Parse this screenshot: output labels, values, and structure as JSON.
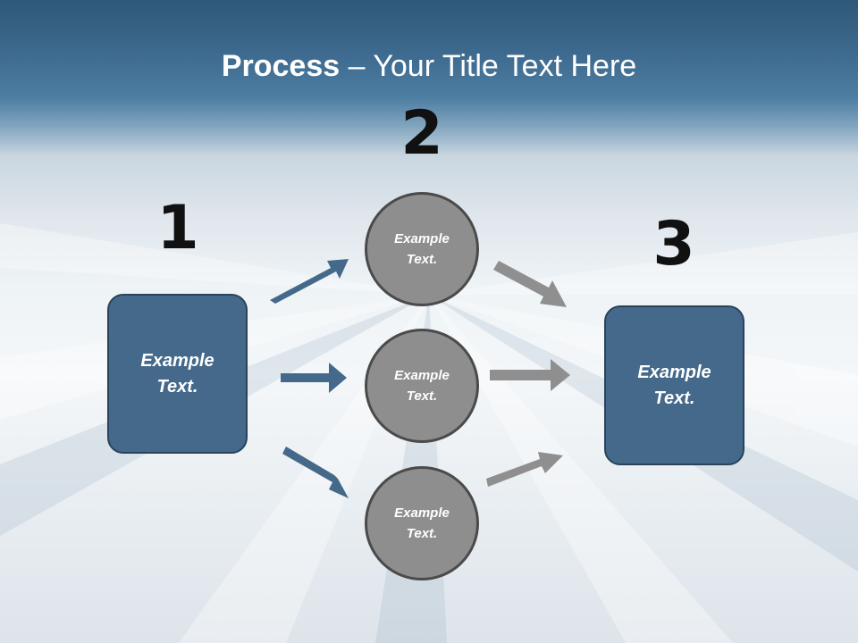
{
  "title": {
    "bold": "Process",
    "rest": " – Your Title Text Here"
  },
  "steps": {
    "one": "1",
    "two": "2",
    "three": "3"
  },
  "left_box": {
    "text": "Example\nText."
  },
  "right_box": {
    "text": "Example\nText."
  },
  "circles": [
    {
      "text": "Example\nText."
    },
    {
      "text": "Example\nText."
    },
    {
      "text": "Example\nText."
    }
  ],
  "colors": {
    "box_fill": "#44698a",
    "blue_arrow": "#44698a",
    "gray_arrow": "#8f8f8f",
    "circle_fill": "#8e8e8e"
  }
}
